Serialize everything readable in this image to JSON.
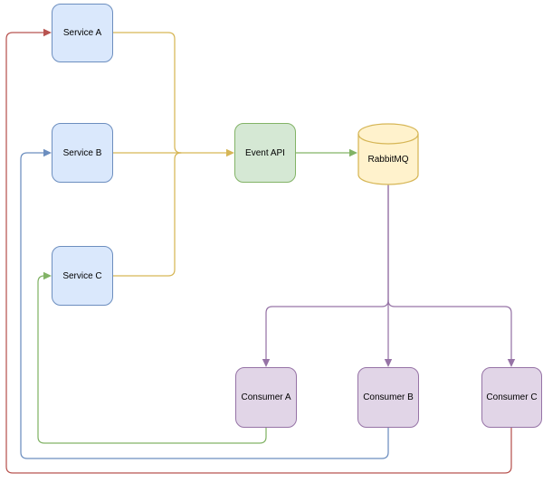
{
  "diagram": {
    "type": "flow-diagram",
    "nodes": [
      {
        "id": "service-a",
        "label": "Service A",
        "shape": "rounded-rect",
        "fill": "#dae8fc",
        "stroke": "#6c8ebf"
      },
      {
        "id": "service-b",
        "label": "Service B",
        "shape": "rounded-rect",
        "fill": "#dae8fc",
        "stroke": "#6c8ebf"
      },
      {
        "id": "service-c",
        "label": "Service C",
        "shape": "rounded-rect",
        "fill": "#dae8fc",
        "stroke": "#6c8ebf"
      },
      {
        "id": "event-api",
        "label": "Event API",
        "shape": "rounded-rect",
        "fill": "#d5e8d4",
        "stroke": "#82b366"
      },
      {
        "id": "rabbitmq",
        "label": "RabbitMQ",
        "shape": "cylinder",
        "fill": "#fff2cc",
        "stroke": "#d6b656"
      },
      {
        "id": "consumer-a",
        "label": "Consumer A",
        "shape": "rounded-rect",
        "fill": "#e1d5e7",
        "stroke": "#9673a6"
      },
      {
        "id": "consumer-b",
        "label": "Consumer B",
        "shape": "rounded-rect",
        "fill": "#e1d5e7",
        "stroke": "#9673a6"
      },
      {
        "id": "consumer-c",
        "label": "Consumer C",
        "shape": "rounded-rect",
        "fill": "#e1d5e7",
        "stroke": "#9673a6"
      }
    ],
    "edges": [
      {
        "id": "service-a-to-event-api",
        "from": "Service A",
        "to": "Event API",
        "color": "#d6b656"
      },
      {
        "id": "service-b-to-event-api",
        "from": "Service B",
        "to": "Event API",
        "color": "#d6b656"
      },
      {
        "id": "service-c-to-event-api",
        "from": "Service C",
        "to": "Event API",
        "color": "#d6b656"
      },
      {
        "id": "event-api-to-rabbitmq",
        "from": "Event API",
        "to": "RabbitMQ",
        "color": "#82b366"
      },
      {
        "id": "rabbitmq-to-consumer-a",
        "from": "RabbitMQ",
        "to": "Consumer A",
        "color": "#9673a6"
      },
      {
        "id": "rabbitmq-to-consumer-b",
        "from": "RabbitMQ",
        "to": "Consumer B",
        "color": "#9673a6"
      },
      {
        "id": "rabbitmq-to-consumer-c",
        "from": "RabbitMQ",
        "to": "Consumer C",
        "color": "#9673a6"
      },
      {
        "id": "consumer-a-to-service-c",
        "from": "Consumer A",
        "to": "Service C",
        "color": "#82b366"
      },
      {
        "id": "consumer-b-to-service-b",
        "from": "Consumer B",
        "to": "Service B",
        "color": "#6c8ebf"
      },
      {
        "id": "consumer-c-to-service-a",
        "from": "Consumer C",
        "to": "Service A",
        "color": "#b85450"
      }
    ]
  }
}
